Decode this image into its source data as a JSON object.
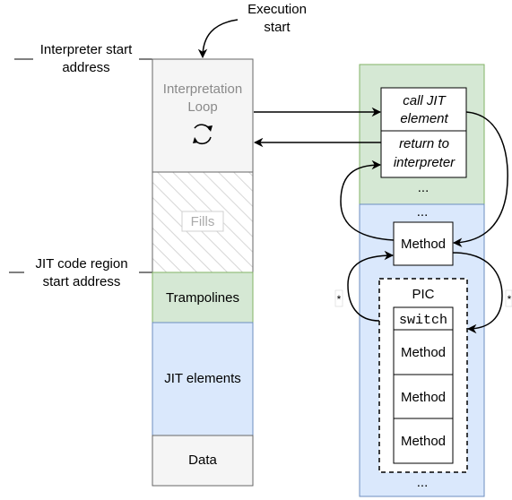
{
  "execution_start": [
    "Execution",
    "start"
  ],
  "interpreter_start": [
    "Interpreter start",
    "address"
  ],
  "jit_region_start": [
    "JIT code region",
    "start address"
  ],
  "memory": {
    "interpretation_loop": [
      "Interpretation",
      "Loop"
    ],
    "fills": "Fills",
    "trampolines": "Trampolines",
    "jit_elements": "JIT elements",
    "data": "Data"
  },
  "trampolines_box": {
    "call_jit": [
      "call JIT",
      "element"
    ],
    "return_interp": [
      "return to",
      "interpreter"
    ],
    "ellipsis": "..."
  },
  "jit_box": {
    "ellipsis_top": "...",
    "method": "Method",
    "pic_title": "PIC",
    "pic_switch": "switch",
    "pic_methods": [
      "Method",
      "Method",
      "Method"
    ],
    "ellipsis_bottom": "...",
    "star_left": "*",
    "star_right": "*"
  },
  "colors": {
    "green_fill": "#d5e8d4",
    "green_stroke": "#82b366",
    "blue_fill": "#dae8fc",
    "blue_stroke": "#6c8ebf",
    "grey_fill": "#f5f5f5",
    "grey_stroke": "#666666"
  }
}
